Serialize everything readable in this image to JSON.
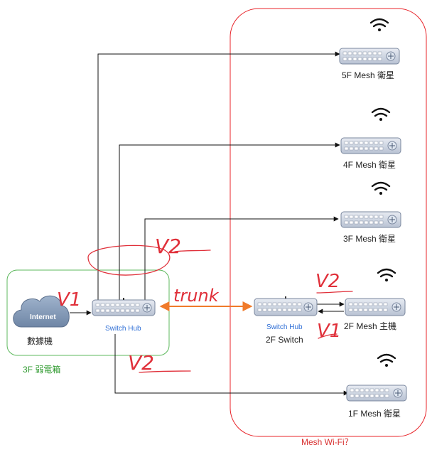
{
  "colors": {
    "mesh_group_border": "#e8242a",
    "weak_box_border": "#5cb85c",
    "trunk_link": "#f07a2a",
    "handwriting": "#e0303a",
    "switch_label": "#2f6fd6"
  },
  "groups": {
    "mesh_label": "Mesh Wi-Fi？",
    "weak_box_label": "3F 弱電箱"
  },
  "cloud": {
    "inner_label": "Internet",
    "caption": "數據機",
    "icon": "cloud-icon"
  },
  "switch_hub": {
    "device_label": "Switch Hub",
    "icon": "switch-icon"
  },
  "switch_2f": {
    "device_label": "Switch Hub",
    "caption": "2F Switch",
    "icon": "switch-icon"
  },
  "mesh_nodes": [
    {
      "label": "5F Mesh 衛星",
      "icon": "router-icon",
      "wifi": "wifi-icon"
    },
    {
      "label": "4F Mesh 衛星",
      "icon": "router-icon",
      "wifi": "wifi-icon"
    },
    {
      "label": "3F Mesh 衛星",
      "icon": "router-icon",
      "wifi": "wifi-icon"
    },
    {
      "label": "2F Mesh 主機",
      "icon": "router-icon",
      "wifi": "wifi-icon"
    },
    {
      "label": "1F Mesh 衛星",
      "icon": "router-icon",
      "wifi": "wifi-icon"
    }
  ],
  "annotations": {
    "v1_left": "V1",
    "v2_top": "V2",
    "trunk": "trunk",
    "v2_right": "V2",
    "v1_right": "V1",
    "v2_bottom": "V2"
  }
}
